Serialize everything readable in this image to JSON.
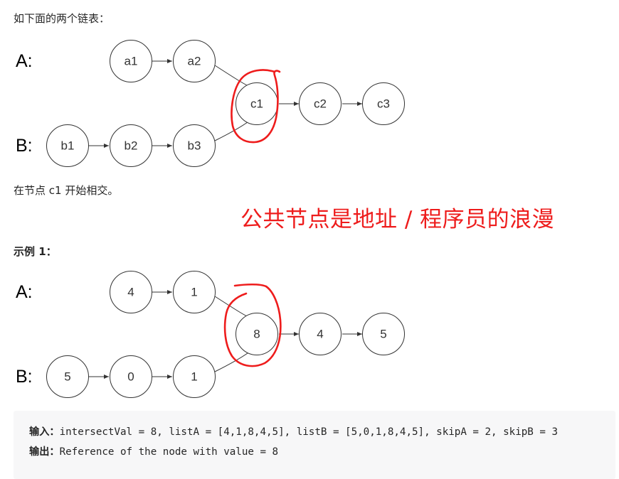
{
  "intro_text": "如下面的两个链表：",
  "top_diagram": {
    "label_a": "A:",
    "label_b": "B:",
    "list_a": [
      "a1",
      "a2"
    ],
    "list_b": [
      "b1",
      "b2",
      "b3"
    ],
    "shared": [
      "c1",
      "c2",
      "c3"
    ]
  },
  "caption_text": "在节点 c1 开始相交。",
  "annotation_note": "公共节点是地址 / 程序员的浪漫",
  "example_title": "示例 1：",
  "example_diagram": {
    "label_a": "A:",
    "label_b": "B:",
    "list_a": [
      "4",
      "1"
    ],
    "list_b": [
      "5",
      "0",
      "1"
    ],
    "shared": [
      "8",
      "4",
      "5"
    ]
  },
  "code_block": {
    "input_label": "输入：",
    "input_text": "intersectVal = 8, listA = [4,1,8,4,5], listB = [5,0,1,8,4,5], skipA = 2, skipB = 3",
    "output_label": "输出：",
    "output_text": "Reference of the node with value = 8"
  },
  "colors": {
    "annotation": "#ee1c1c",
    "code_bg": "#f7f7f8",
    "text": "#262626"
  }
}
